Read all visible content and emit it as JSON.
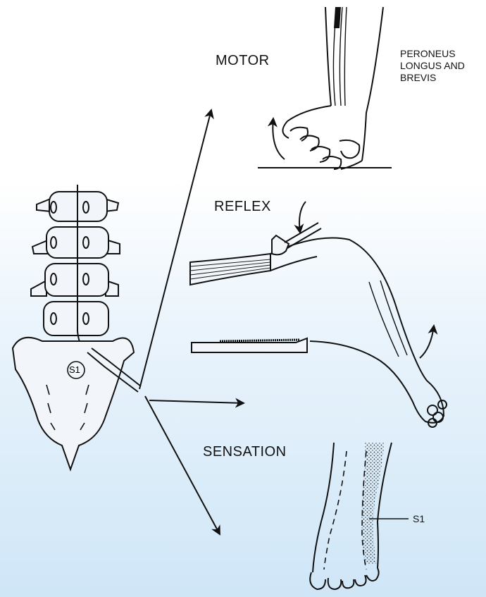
{
  "labels": {
    "motor": "MOTOR",
    "muscle_lines": [
      "PERONEUS",
      "LONGUS AND",
      "BREVIS"
    ],
    "reflex": "REFLEX",
    "sensation": "SENSATION",
    "dermatome": "S1",
    "sacrum": "S1"
  },
  "colors": {
    "ink": "#111111",
    "bone_fill": "#f2f6fa",
    "dermatome_dots": "#333333"
  }
}
